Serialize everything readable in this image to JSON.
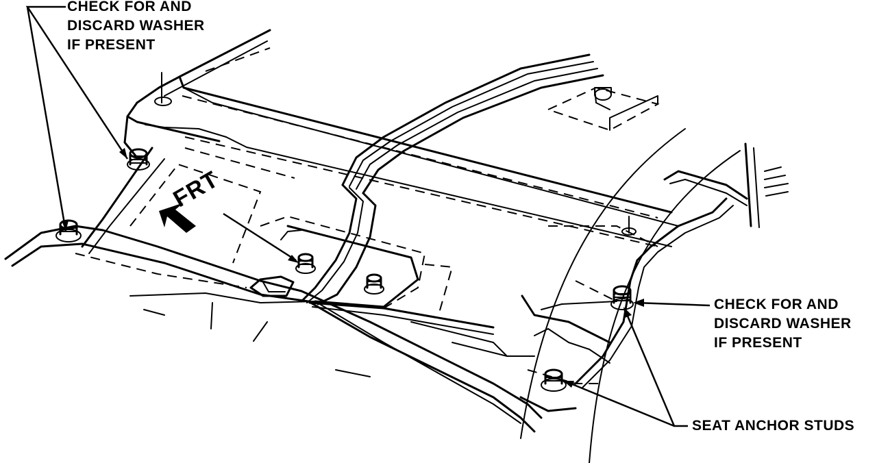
{
  "callouts": {
    "top_left": {
      "line1": "CHECK FOR AND",
      "line2": "DISCARD WASHER",
      "line3": "IF PRESENT"
    },
    "right": {
      "line1": "CHECK FOR AND",
      "line2": "DISCARD WASHER",
      "line3": "IF PRESENT"
    },
    "studs": "SEAT ANCHOR STUDS"
  },
  "direction_label": "FRT",
  "colors": {
    "ink": "#000000",
    "paper": "#ffffff"
  }
}
